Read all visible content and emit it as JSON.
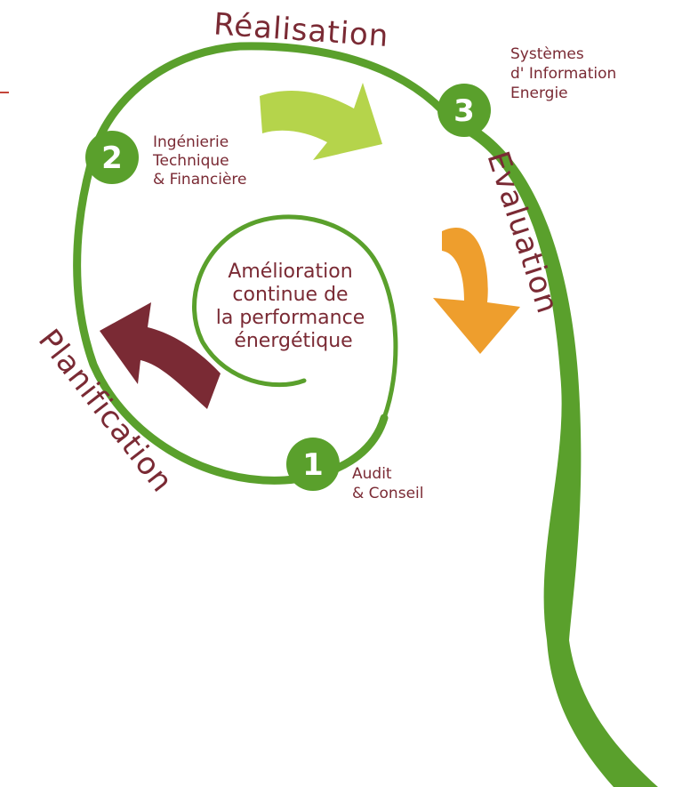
{
  "colors": {
    "spiral": "#5aa02c",
    "text": "#7a2a34",
    "arrow_top": "#b5d44b",
    "arrow_right": "#ee9e2d",
    "arrow_left": "#7a2a34"
  },
  "center": {
    "lines": [
      "Amélioration",
      "continue de",
      "la performance",
      "énergétique"
    ]
  },
  "phases": {
    "realisation": "Réalisation",
    "evaluation": "Evaluation",
    "planification": "Planification"
  },
  "steps": [
    {
      "number": "1",
      "lines": [
        "Audit",
        "& Conseil"
      ]
    },
    {
      "number": "2",
      "lines": [
        "Ingénierie",
        "Technique",
        "& Financière"
      ]
    },
    {
      "number": "3",
      "lines": [
        "Systèmes",
        "d' Information",
        "Energie"
      ]
    }
  ]
}
